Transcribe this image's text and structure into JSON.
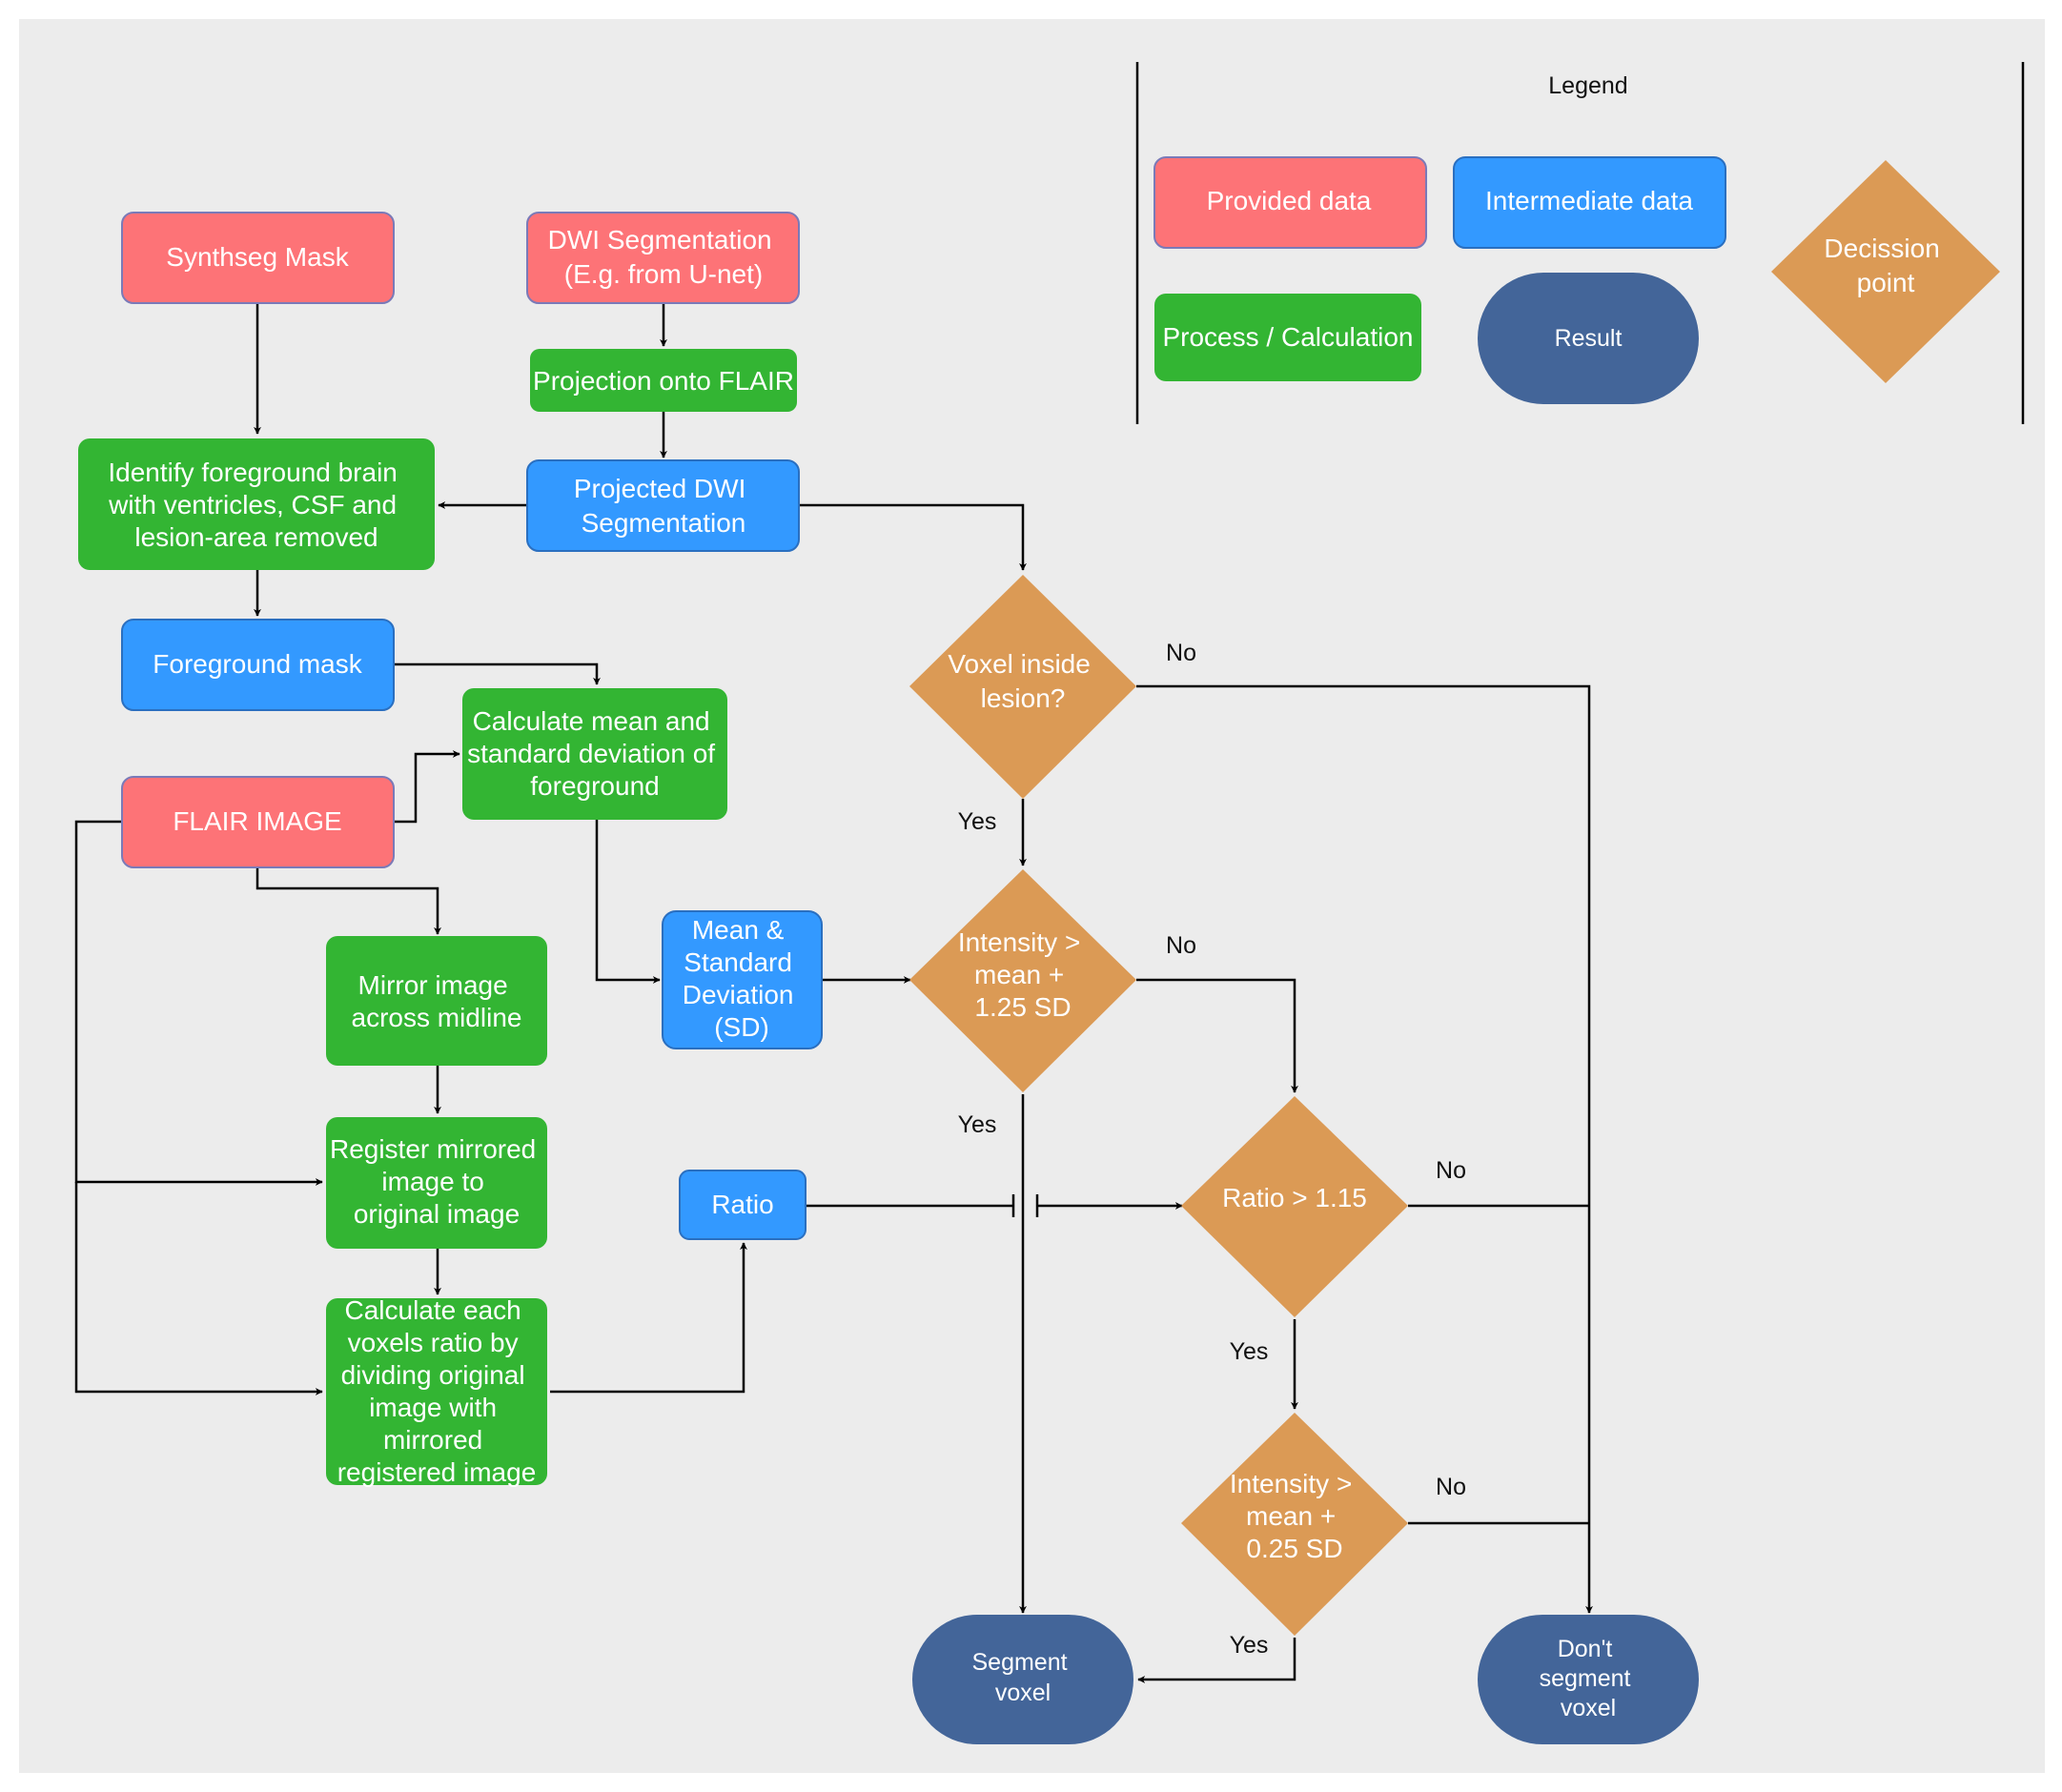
{
  "colors": {
    "provided": "#fd7377",
    "intermediate": "#3399ff",
    "process": "#33b533",
    "decision": "#db9a55",
    "result": "#436599",
    "background": "#ececec",
    "stroke": "#000000"
  },
  "legend": {
    "title": "Legend",
    "provided": "Provided data",
    "intermediate": "Intermediate data",
    "process": "Process / Calculation",
    "result": "Result",
    "decision": [
      "Decission",
      "point"
    ]
  },
  "nodes": {
    "synthseg": [
      "Synthseg Mask"
    ],
    "dwi_seg": [
      "DWI Segmentation",
      "(E.g. from U-net)"
    ],
    "projection": [
      "Projection onto FLAIR"
    ],
    "projected_dwi": [
      "Projected DWI",
      "Segmentation"
    ],
    "identify_fg": [
      "Identify foreground brain",
      "with ventricles, CSF and",
      "lesion-area removed"
    ],
    "fg_mask": [
      "Foreground mask"
    ],
    "calc_mean": [
      "Calculate mean and",
      "standard deviation of",
      "foreground"
    ],
    "flair": [
      "FLAIR IMAGE"
    ],
    "mirror": [
      "Mirror image",
      "across midline"
    ],
    "mean_sd": [
      "Mean &",
      "Standard",
      "Deviation",
      "(SD)"
    ],
    "register": [
      "Register mirrored",
      "image to",
      "original image"
    ],
    "ratio": [
      "Ratio"
    ],
    "calc_ratio": [
      "Calculate each",
      "voxels ratio by",
      "dividing original",
      "image with",
      "mirrored",
      "registered image"
    ],
    "d_lesion": [
      "Voxel inside",
      "lesion?"
    ],
    "d_intensity1": [
      "Intensity >",
      "mean +",
      "1.25 SD"
    ],
    "d_ratio": [
      "Ratio > 1.15"
    ],
    "d_intensity2": [
      "Intensity >",
      "mean +",
      "0.25 SD"
    ],
    "segment": [
      "Segment",
      "voxel"
    ],
    "dont_segment": [
      "Don't",
      "segment",
      "voxel"
    ]
  },
  "edge_labels": {
    "lesion_no": "No",
    "lesion_yes": "Yes",
    "int1_no": "No",
    "int1_yes": "Yes",
    "ratio_no": "No",
    "ratio_yes": "Yes",
    "int2_no": "No",
    "int2_yes": "Yes"
  }
}
